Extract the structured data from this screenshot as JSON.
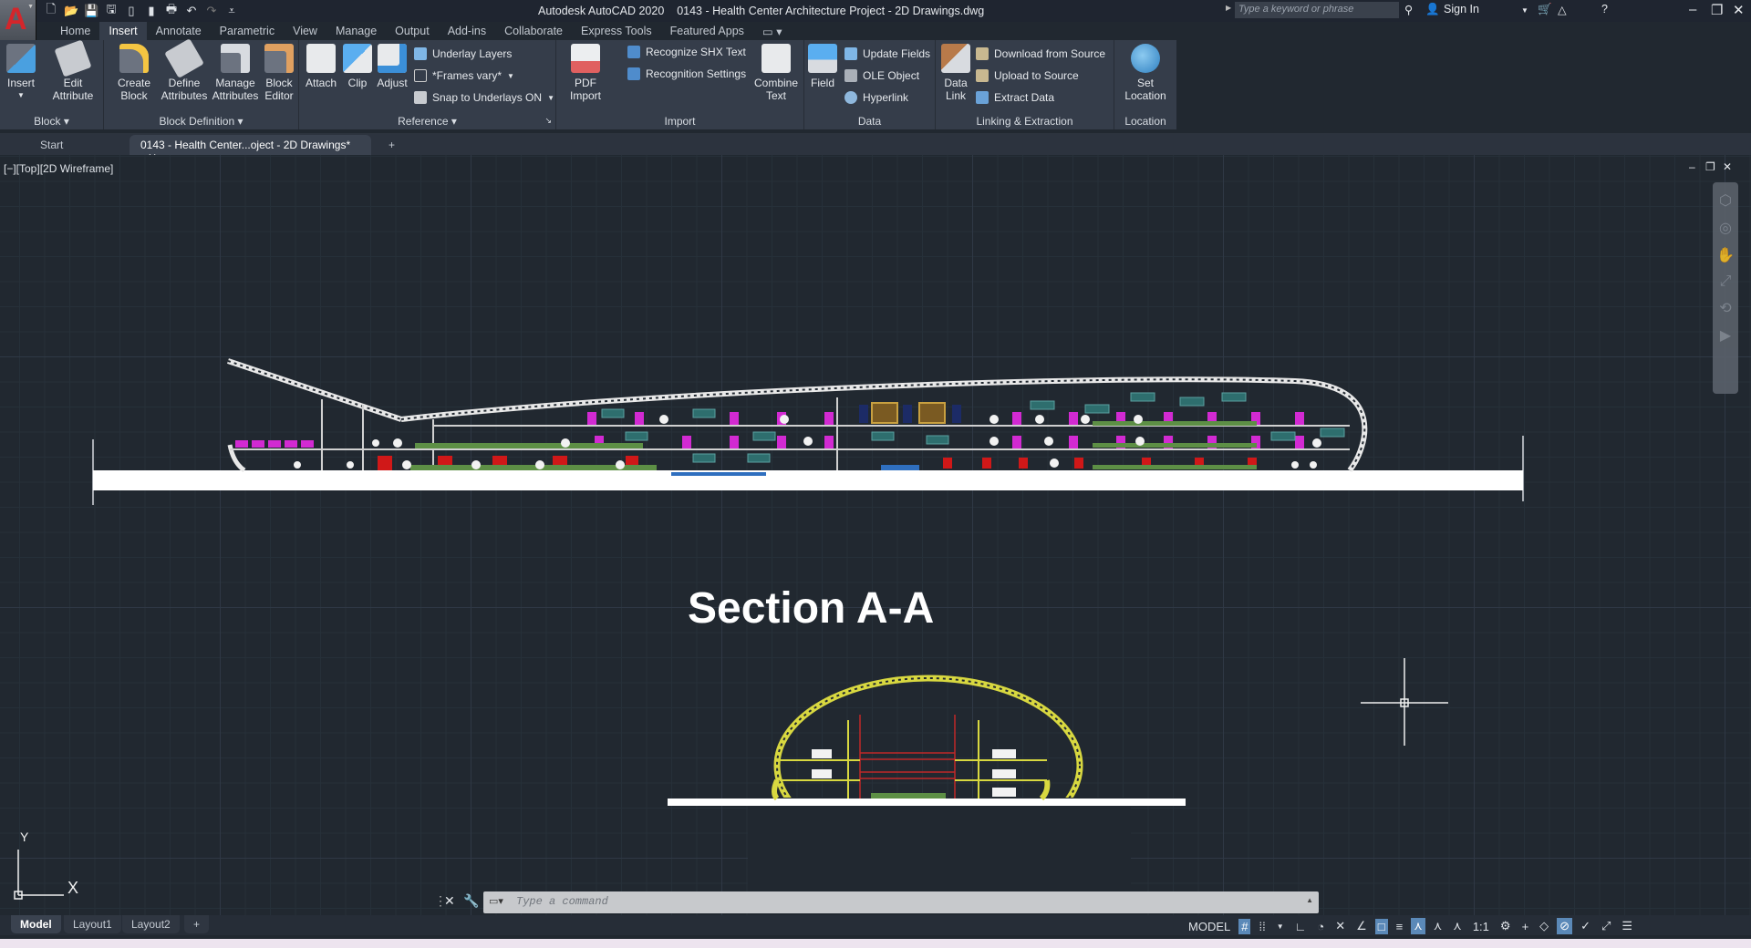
{
  "titlebar": {
    "app_title": "Autodesk AutoCAD 2020",
    "file_title": "0143 - Health Center Architecture Project - 2D Drawings.dwg",
    "search_placeholder": "Type a keyword or phrase",
    "sign_in": "Sign In",
    "qat_icons": [
      "new-icon",
      "open-icon",
      "save-icon",
      "save-as-icon",
      "open-from-web-icon",
      "save-to-web-icon",
      "plot-icon",
      "undo-icon",
      "redo-icon",
      "customize-qat-icon"
    ]
  },
  "ribbon_tabs": [
    "Home",
    "Insert",
    "Annotate",
    "Parametric",
    "View",
    "Manage",
    "Output",
    "Add-ins",
    "Collaborate",
    "Express Tools",
    "Featured Apps"
  ],
  "active_ribbon_tab": "Insert",
  "ribbon": {
    "block": {
      "title": "Block",
      "insert": "Insert",
      "edit_attribute_1": "Edit",
      "edit_attribute_2": "Attribute"
    },
    "block_definition": {
      "title": "Block Definition",
      "create_block_1": "Create",
      "create_block_2": "Block",
      "define_attributes_1": "Define",
      "define_attributes_2": "Attributes",
      "manage_attributes_1": "Manage",
      "manage_attributes_2": "Attributes",
      "block_editor_1": "Block",
      "block_editor_2": "Editor"
    },
    "reference": {
      "title": "Reference",
      "attach": "Attach",
      "clip": "Clip",
      "adjust": "Adjust",
      "underlay_layers": "Underlay Layers",
      "frames_vary": "*Frames vary*",
      "snap_underlays": "Snap to Underlays ON"
    },
    "import": {
      "title": "Import",
      "pdf_import_1": "PDF",
      "pdf_import_2": "Import",
      "recognize_shx": "Recognize SHX Text",
      "recognition_settings": "Recognition Settings",
      "combine_text_1": "Combine",
      "combine_text_2": "Text"
    },
    "data": {
      "title": "Data",
      "field": "Field",
      "update_fields": "Update Fields",
      "ole_object": "OLE Object",
      "hyperlink": "Hyperlink"
    },
    "linking": {
      "title": "Linking & Extraction",
      "data_link_1": "Data",
      "data_link_2": "Link",
      "download_source": "Download from Source",
      "upload_source": "Upload to Source",
      "extract_data": "Extract  Data"
    },
    "location": {
      "title": "Location",
      "set_location_1": "Set",
      "set_location_2": "Location"
    }
  },
  "doc_tabs": {
    "start": "Start",
    "active": "0143 - Health Center...oject - 2D Drawings*"
  },
  "viewport": {
    "label": "[−][Top][2D Wireframe]",
    "section_title": "Section A-A",
    "ucs_x": "X",
    "ucs_y": "Y"
  },
  "command_line": {
    "placeholder": "Type  a  command"
  },
  "layout_tabs": [
    "Model",
    "Layout1",
    "Layout2"
  ],
  "status_bar": {
    "model": "MODEL",
    "scale": "1:1"
  },
  "colors": {
    "background": "#212830",
    "ribbon": "#353d4a",
    "accent_red": "#d4262b",
    "status_on": "#5b89b8"
  }
}
